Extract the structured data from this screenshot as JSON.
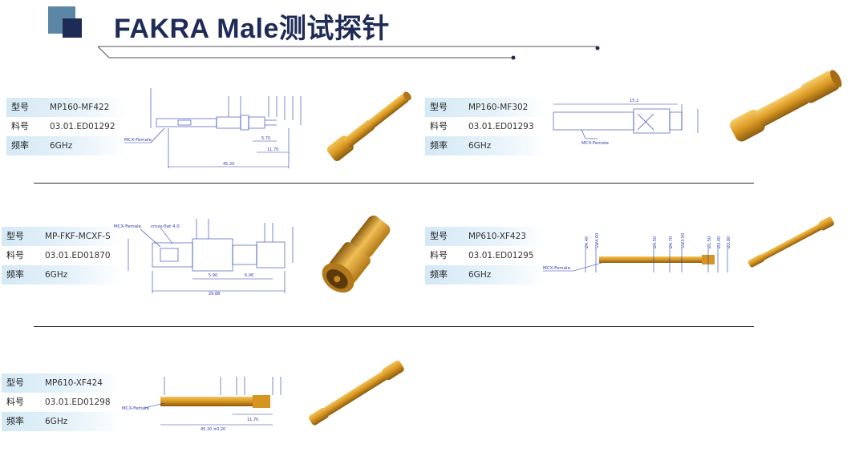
{
  "header": {
    "title": "FAKRA Male测试探针"
  },
  "products": [
    {
      "model_label": "型号",
      "model": "MP160-MF422",
      "part_label": "料号",
      "part": "03.01.ED01292",
      "freq_label": "频率",
      "freq": "6GHz",
      "drawing_labels": {
        "mcx": "MCX-Female",
        "total": "45.20",
        "sub": "11.70",
        "sub2": "5.70"
      }
    },
    {
      "model_label": "型号",
      "model": "MP160-MF302",
      "part_label": "料号",
      "part": "03.01.ED01293",
      "freq_label": "频率",
      "freq": "6GHz",
      "drawing_labels": {
        "mcx": "MCX-Female",
        "total": "15.2"
      }
    },
    {
      "model_label": "型号",
      "model": "MP-FKF-MCXF-S",
      "part_label": "料号",
      "part": "03.01.ED01870",
      "freq_label": "频率",
      "freq": "6GHz",
      "drawing_labels": {
        "mcx": "MCX-Female",
        "total": "29.88",
        "sub": "5.90",
        "sub2": "6.06",
        "note": "cross-flat 4.0"
      }
    },
    {
      "model_label": "型号",
      "model": "MP610-XF423",
      "part_label": "料号",
      "part": "03.01.ED01295",
      "freq_label": "频率",
      "freq": "6GHz",
      "drawing_labels": {
        "mcx": "MCX-Female",
        "d1": "Ø4.40",
        "d2": "SW4.00",
        "d3": "Ø4.50",
        "d4": "Ø4.70",
        "d5": "SW3.50",
        "d6": "Ø1.50",
        "d7": "Ø3.40",
        "d8": "Ø3.00"
      }
    },
    {
      "model_label": "型号",
      "model": "MP610-XF424",
      "part_label": "料号",
      "part": "03.01.ED01298",
      "freq_label": "频率",
      "freq": "6GHz",
      "drawing_labels": {
        "mcx": "MCX-Female",
        "total": "45.20 ±0.20",
        "sub": "11.70"
      }
    }
  ],
  "colors": {
    "brand_dark": "#1f2b57",
    "brand_light": "#5b86a6",
    "row_highlight": "#d4e9f5",
    "dimension_blue": "#2a3cb0",
    "gold": "#c98a1a"
  }
}
